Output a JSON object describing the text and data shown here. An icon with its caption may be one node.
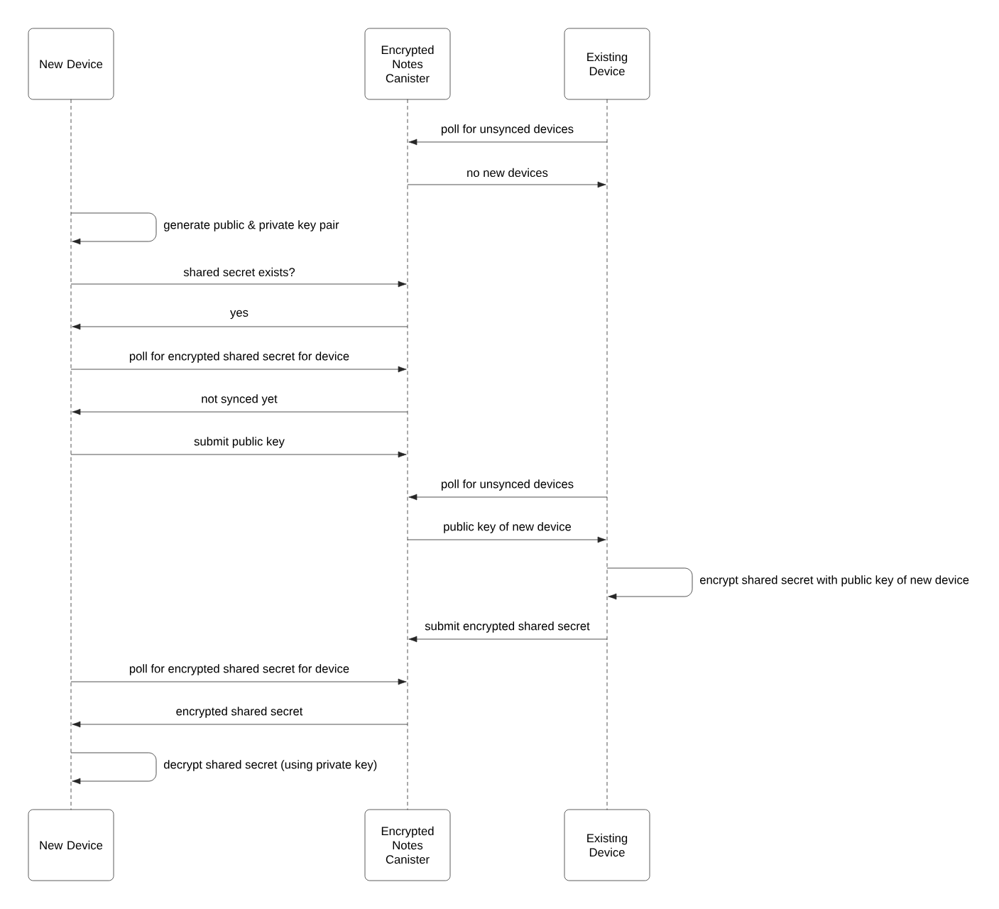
{
  "diagram": {
    "nodes": [
      {
        "text": [
          "New Device"
        ]
      },
      {
        "text": [
          "Encrypted Notes Canister"
        ]
      },
      {
        "text": [
          "Existing Device"
        ]
      },
      {
        "text": [
          "New Device"
        ]
      },
      {
        "text": [
          "Encrypted Notes Canister"
        ]
      },
      {
        "text": [
          "Existing Device"
        ]
      },
      {
        "text": [],
        "shape": "line"
      },
      {
        "text": [],
        "shape": "line"
      },
      {
        "text": [],
        "shape": "line"
      }
    ],
    "edges": [
      {
        "from": 8,
        "to": 7,
        "arrow": "to",
        "label": "poll for unsynced devices"
      },
      {
        "from": 7,
        "to": 8,
        "arrow": "to",
        "label": "no new devices"
      },
      {
        "from": 6,
        "to": 6,
        "arrow": "to",
        "label": "generate public & private key pair"
      },
      {
        "from": 6,
        "to": 7,
        "arrow": "to",
        "label": "shared secret exists?"
      },
      {
        "from": 7,
        "to": 6,
        "arrow": "to",
        "label": "yes"
      },
      {
        "from": 6,
        "to": 7,
        "arrow": "to",
        "label": "poll for encrypted shared secret for device"
      },
      {
        "from": 7,
        "to": 6,
        "arrow": "to",
        "label": "not synced yet"
      },
      {
        "from": 6,
        "to": 7,
        "arrow": "to",
        "label": "submit public key"
      },
      {
        "from": 8,
        "to": 7,
        "arrow": "to",
        "label": "poll for unsynced devices"
      },
      {
        "from": 7,
        "to": 8,
        "arrow": "to",
        "label": "public key of new device"
      },
      {
        "from": 8,
        "to": 8,
        "arrow": "to",
        "label": "encrypt shared secret with public key of new device"
      },
      {
        "from": 8,
        "to": 7,
        "arrow": "to",
        "label": "submit encrypted shared secret"
      },
      {
        "from": 6,
        "to": 7,
        "arrow": "to",
        "label": "poll for encrypted shared secret for device"
      },
      {
        "from": 7,
        "to": 6,
        "arrow": "to",
        "label": "encrypted shared secret"
      },
      {
        "from": 6,
        "to": 6,
        "arrow": "to",
        "label": "decrypt shared secret (using private key)"
      }
    ]
  }
}
